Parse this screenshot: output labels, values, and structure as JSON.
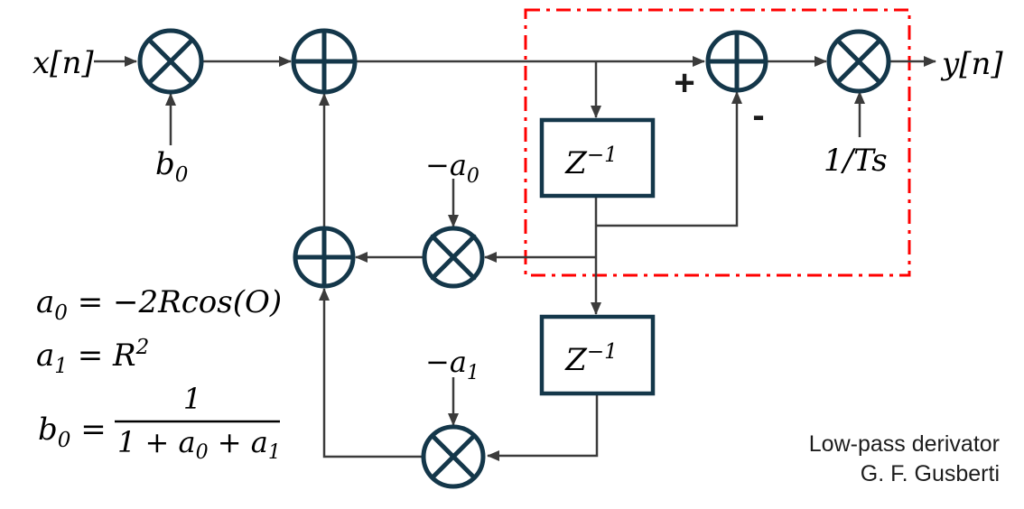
{
  "diagram": {
    "io": {
      "input": "x[n]",
      "output": "y[n]"
    },
    "coeffs": {
      "b0": {
        "base": "b",
        "sub": "0"
      },
      "gain_ts": "1/Ts",
      "neg_a0": {
        "base": "−a",
        "sub": "0"
      },
      "neg_a1": {
        "base": "−a",
        "sub": "1"
      }
    },
    "delay": {
      "base": "Z",
      "sup": "−1"
    },
    "signs": {
      "plus": "+",
      "minus": "-"
    },
    "equations": {
      "eq1": {
        "lhs": "a",
        "lhs_sub": "0",
        "rhs": " = −2Rcos(O)"
      },
      "eq2": {
        "lhs": "a",
        "lhs_sub": "1",
        "rhs": " = R",
        "sup": "2"
      },
      "eq3": {
        "lhs": "b",
        "lhs_sub": "0",
        "eq": " =",
        "num": "1",
        "den_1": "1 + a",
        "den_sub1": "0",
        "den_2": " + a",
        "den_sub2": "1"
      }
    },
    "credit": {
      "line1": "Low-pass derivator",
      "line2": "G. F. Gusberti"
    },
    "colors": {
      "node_stroke": "#14374a",
      "wire": "#3b3b3b",
      "highlight": "#ff0000"
    }
  }
}
